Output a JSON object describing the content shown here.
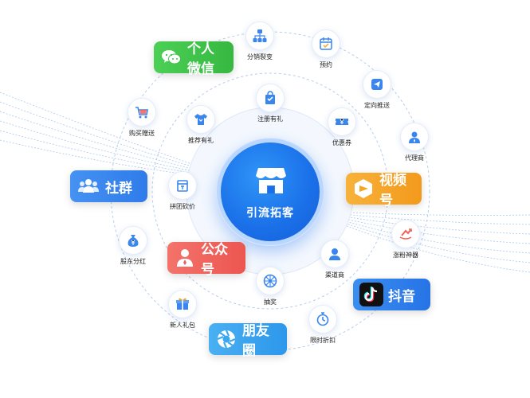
{
  "center": {
    "label": "引流拓客"
  },
  "nodes": [
    {
      "label": "分销裂变",
      "icon": "org-chart-icon"
    },
    {
      "label": "预约",
      "icon": "calendar-icon"
    },
    {
      "label": "定向推送",
      "icon": "send-icon"
    },
    {
      "label": "代理商",
      "icon": "person-icon"
    },
    {
      "label": "涨粉神器",
      "icon": "arrow-up-icon"
    },
    {
      "label": "限时折扣",
      "icon": "stopwatch-icon"
    },
    {
      "label": "新人礼包",
      "icon": "gift-icon"
    },
    {
      "label": "股东分红",
      "icon": "money-bag-icon"
    },
    {
      "label": "购买赠送",
      "icon": "cart-icon"
    },
    {
      "label": "注册有礼",
      "icon": "gift-bag-icon"
    },
    {
      "label": "优惠券",
      "icon": "coupon-icon"
    },
    {
      "label": "渠道商",
      "icon": "user-icon"
    },
    {
      "label": "抽奖",
      "icon": "wheel-icon"
    },
    {
      "label": "拼团砍价",
      "icon": "tag-icon"
    },
    {
      "label": "推荐有礼",
      "icon": "shirt-icon"
    }
  ],
  "badges": [
    {
      "label": "个人微信",
      "icon": "wechat-icon",
      "color": "#3fc44a"
    },
    {
      "label": "社群",
      "icon": "group-icon",
      "color": "#3a86ef"
    },
    {
      "label": "视频号",
      "icon": "channels-icon",
      "color": "#f5a623"
    },
    {
      "label": "公众号",
      "icon": "official-account-icon",
      "color": "#f0615a"
    },
    {
      "label": "抖音",
      "icon": "douyin-icon",
      "color": "#2a7fea"
    },
    {
      "label": "朋友圈",
      "icon": "moments-icon",
      "color": "#3aa8ef"
    }
  ]
}
